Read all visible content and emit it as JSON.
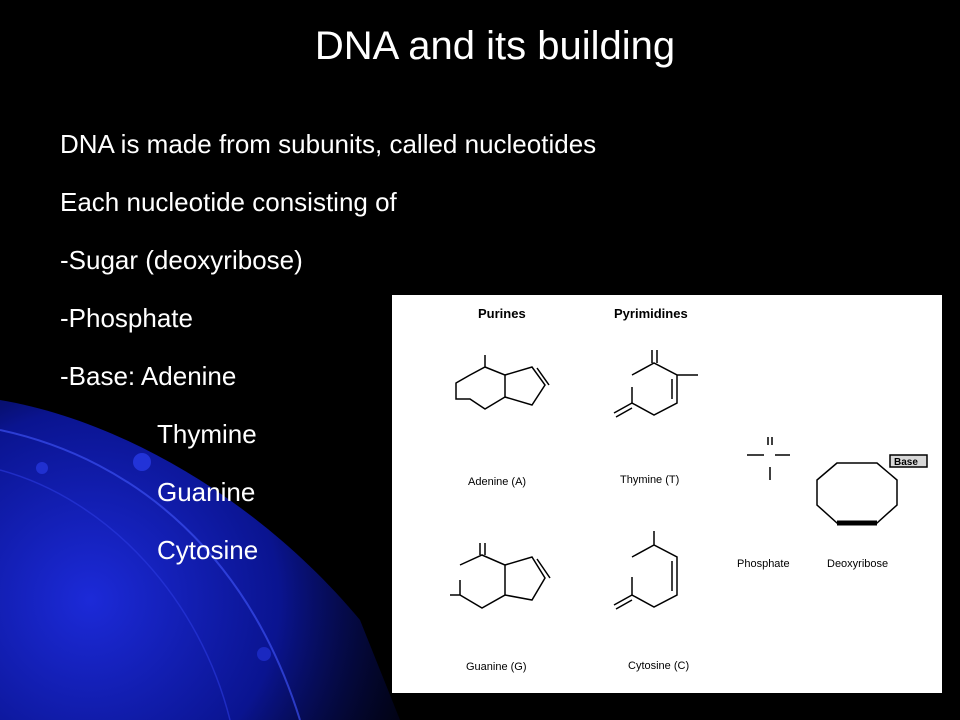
{
  "slide": {
    "title": "DNA and its building",
    "lines": [
      "DNA is made from subunits, called nucleotides",
      "Each nucleotide consisting of",
      "-Sugar (deoxyribose)",
      "-Phosphate",
      "-Base: Adenine",
      "Thymine",
      "Guanine",
      "Cytosine"
    ]
  },
  "figure": {
    "purines_heading": "Purines",
    "pyrimidines_heading": "Pyrimidines",
    "adenine_caption": "Adenine (A)",
    "thymine_caption": "Thymine (T)",
    "guanine_caption": "Guanine (G)",
    "cytosine_caption": "Cytosine (C)",
    "phosphate_caption": "Phosphate",
    "deoxyribose_caption": "Deoxyribose",
    "base_box": "Base"
  },
  "colors": {
    "background": "#000000",
    "accent_blue": "#1a22c8",
    "text": "#ffffff"
  }
}
